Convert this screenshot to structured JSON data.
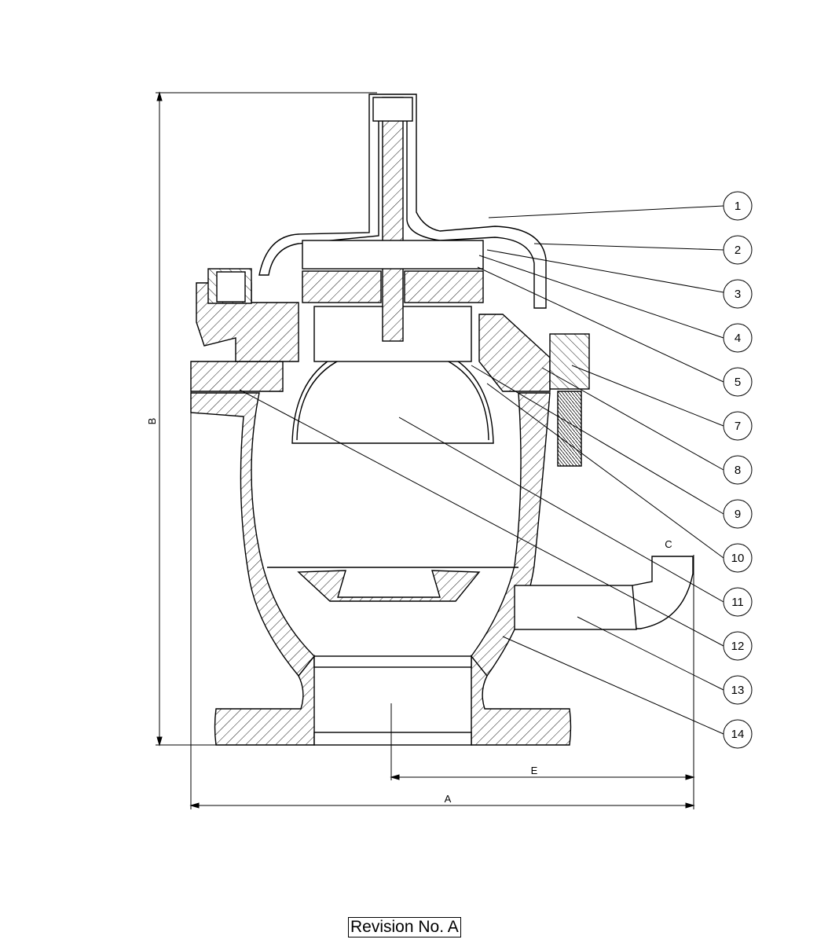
{
  "drawing": {
    "callouts": [
      {
        "id": "callout-1",
        "label": "1"
      },
      {
        "id": "callout-2",
        "label": "2"
      },
      {
        "id": "callout-3",
        "label": "3"
      },
      {
        "id": "callout-4",
        "label": "4"
      },
      {
        "id": "callout-5",
        "label": "5"
      },
      {
        "id": "callout-7",
        "label": "7"
      },
      {
        "id": "callout-8",
        "label": "8"
      },
      {
        "id": "callout-9",
        "label": "9"
      },
      {
        "id": "callout-10",
        "label": "10"
      },
      {
        "id": "callout-11",
        "label": "11"
      },
      {
        "id": "callout-12",
        "label": "12"
      },
      {
        "id": "callout-13",
        "label": "13"
      },
      {
        "id": "callout-14",
        "label": "14"
      }
    ],
    "dimensions": {
      "a": "A",
      "b": "B",
      "c": "C",
      "e": "E"
    }
  },
  "revision": "Revision No. A"
}
